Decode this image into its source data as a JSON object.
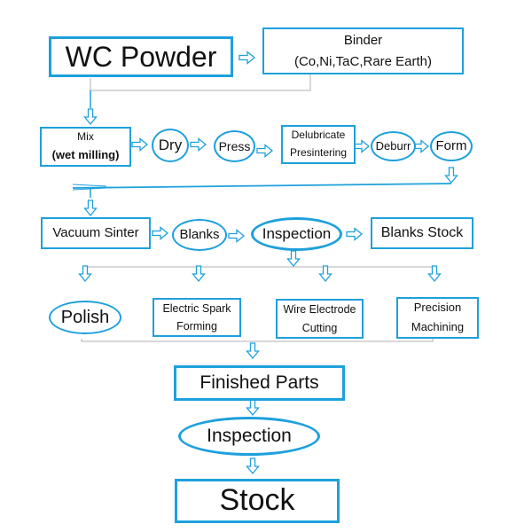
{
  "colors": {
    "accent": "#1ea0dc",
    "text": "#111111",
    "background": "#ffffff"
  },
  "nodes": {
    "wc_powder": "WC Powder",
    "binder": {
      "title": "Binder",
      "detail": "(Co,Ni,TaC,Rare Earth)"
    },
    "mix": {
      "line1": "Mix",
      "line2": "(wet milling)"
    },
    "dry": "Dry",
    "press": "Press",
    "delubricate": {
      "line1": "Delubricate",
      "line2": "Presintering"
    },
    "deburr": "Deburr",
    "form": "Form",
    "vacuum_sinter": "Vacuum Sinter",
    "blanks": "Blanks",
    "inspection_1": "Inspection",
    "blanks_stock": "Blanks Stock",
    "polish": "Polish",
    "electric_spark": {
      "line1": "Electric Spark",
      "line2": "Forming"
    },
    "wire_electrode": {
      "line1": "Wire Electrode",
      "line2": "Cutting"
    },
    "precision": {
      "line1": "Precision",
      "line2": "Machining"
    },
    "finished_parts": "Finished Parts",
    "inspection_2": "Inspection",
    "stock": "Stock"
  }
}
